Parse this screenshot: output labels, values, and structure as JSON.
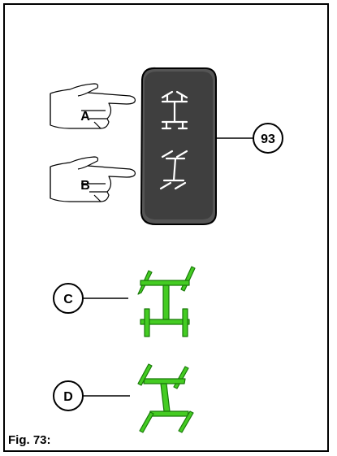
{
  "figure": {
    "caption": "Fig. 73:"
  },
  "callouts": {
    "a": "A",
    "b": "B",
    "c": "C",
    "d": "D",
    "switch_ref": "93"
  },
  "icons": {
    "steer_symbol_top": "four-wheel-steering-icon",
    "steer_symbol_bottom": "crab-steering-icon",
    "indicator_c": "four-wheel-steering-icon",
    "indicator_d": "crab-steering-icon"
  },
  "colors": {
    "switch_body": "#3f3f3f",
    "symbol_on_switch": "#ffffff",
    "indicator_green": "#44cc22",
    "indicator_outline": "#1a7a0a"
  }
}
